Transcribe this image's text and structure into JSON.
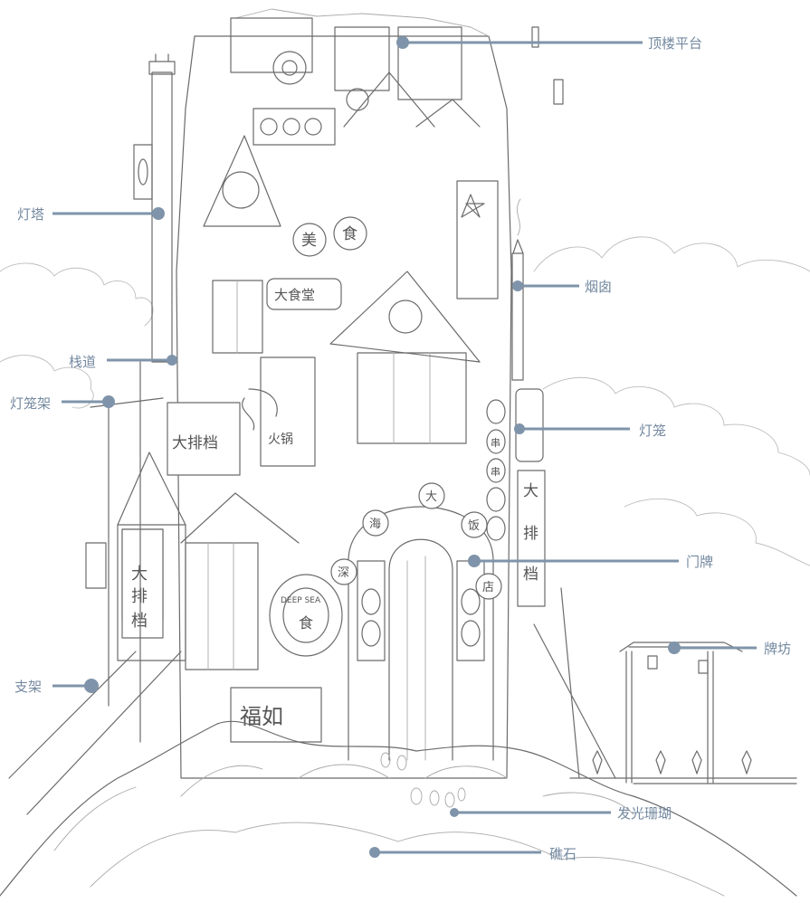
{
  "colors": {
    "callout": "#7f94aa",
    "label_text": "#7489a0",
    "sketch_line": "#6b6b6b"
  },
  "labels": {
    "rooftop_platform": "顶楼平台",
    "lighthouse": "灯塔",
    "chimney": "烟囱",
    "walkway": "栈道",
    "lantern_rack": "灯笼架",
    "lantern": "灯笼",
    "door_sign": "门牌",
    "archway": "牌坊",
    "bracket": "支架",
    "glowing_coral": "发光珊瑚",
    "reef": "礁石"
  },
  "signs": {
    "mei": "美",
    "shi": "食",
    "dashitang": "大食堂",
    "dapaidang": "大排档",
    "da": "大",
    "pai": "排",
    "dang": "档",
    "fuzhi": "福如",
    "deep": "DEEP SEA",
    "shen": "深",
    "hai": "海",
    "da2": "大",
    "fan": "饭",
    "dian": "店",
    "chuan": "串",
    "huo": "火",
    "huoguo": "火锅"
  }
}
